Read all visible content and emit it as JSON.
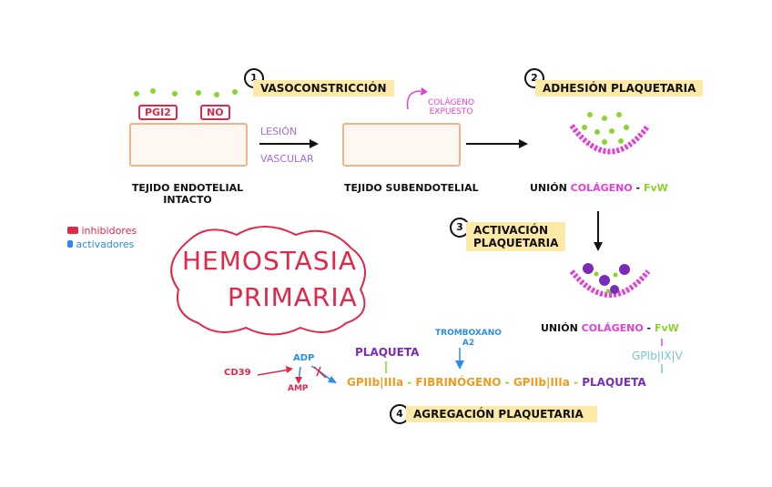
{
  "steps": {
    "s1": {
      "num": "1",
      "title": "VASOCONSTRICCIÓN"
    },
    "s2": {
      "num": "2",
      "title": "ADHESIÓN PLAQUETARIA"
    },
    "s3": {
      "num": "3",
      "title_line1": "ACTIVACIÓN",
      "title_line2": "PLAQUETARIA"
    },
    "s4": {
      "num": "4",
      "title": "AGREGACIÓN PLAQUETARIA"
    }
  },
  "endothelium": {
    "inhibitors": [
      "PGI2",
      "NO"
    ],
    "label_line1": "TEJIDO ENDOTELIAL",
    "label_line2": "INTACTO"
  },
  "lesion": {
    "line1": "LESIÓN",
    "line2": "VASCULAR"
  },
  "subendothelium": {
    "label": "TEJIDO SUBENDOTELIAL",
    "annotation_line1": "COLÁGENO",
    "annotation_line2": "EXPUESTO"
  },
  "union": {
    "prefix": "UNIÓN",
    "collagen": "COLÁGENO",
    "dash": "-",
    "fvw": "FvW"
  },
  "legend": {
    "inhibitor": "inhibidores",
    "activator": "activadores",
    "colors": {
      "inhibitor": "#e0284a",
      "activator": "#2e8be6"
    }
  },
  "main_title": {
    "line1": "HEMOSTASIA",
    "line2": "PRIMARIA"
  },
  "aggregation": {
    "cd39": "CD39",
    "adp": "ADP",
    "amp": "AMP",
    "tromboxano_line1": "TROMBOXANO",
    "tromboxano_line2": "A2",
    "plaqueta_top": "PLAQUETA",
    "gp_left": "GPIIb|IIIa",
    "fibrinogeno": "FIBRINÓGENO",
    "gp_right": "GPIIb|IIIa",
    "plaqueta_right": "PLAQUETA",
    "gp_ib": "GPIb|IX|V",
    "dash": "-"
  },
  "colors": {
    "magenta": "#e23fd7",
    "lime": "#8bd42e",
    "purple": "#7a2bb8",
    "orange": "#f29a1d",
    "teal": "#76c6d0",
    "highlight": "#fde9a8",
    "tissue_border": "#f0b489"
  }
}
